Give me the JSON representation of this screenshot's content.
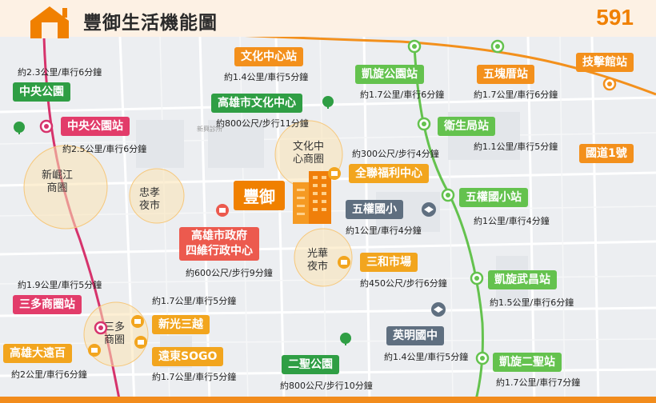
{
  "header": {
    "title": "豐御生活機能圖",
    "brand": "591"
  },
  "colors": {
    "accent": "#f08000",
    "mrt_red": "#d6336c",
    "mrt_orange": "#f3901c",
    "lrt_green": "#64c24e"
  },
  "main_poi": "豐御",
  "areas": {
    "xinjuejiang": "新崛江\n商圈",
    "zhongxiao": "忠孝\n夜市",
    "wenhua_center": "文化中\n心商圈",
    "guanghua": "光華\n夜市",
    "sanduo": "三多\n商圈"
  },
  "faint": {
    "xinxing": "新興診所"
  },
  "labels": {
    "wenhua_station": "文化中心站",
    "kaohsiung_culture_center": "高雄市文化中心",
    "central_park": "中央公園",
    "central_park_station": "中央公園站",
    "kaixuan_park_station": "凱旋公園站",
    "wukuaicuo_station": "五塊厝站",
    "jiji_hall_station": "技擊館站",
    "weisheng_station": "衛生局站",
    "national_hwy": "國道1號",
    "quanlian": "全聯福利中心",
    "wuquan_elementary": "五權國小",
    "wuquan_elem_station": "五權國小站",
    "city_gov": "高雄市政府\n四維行政中心",
    "sanhe_market": "三和市場",
    "kaixuan_wuchang_station": "凱旋武昌站",
    "sanduo_station": "三多商圈站",
    "shin_kong": "新光三越",
    "kaohsiung_fe": "高雄大遠百",
    "fe_sogo": "遠東SOGO",
    "yingming_junior": "英明國中",
    "ersheng_park": "二聖公園",
    "kaixuan_ersheng_station": "凱旋二聖站"
  },
  "distances": {
    "wenhua_station": "約1.4公里/車行5分鐘",
    "culture_center": "約800公尺/步行11分鐘",
    "central_park": "約2.3公里/車行6分鐘",
    "central_park_station": "約2.5公里/車行6分鐘",
    "kaixuan_park": "約1.7公里/車行6分鐘",
    "wukuaicuo": "約1.7公里/車行6分鐘",
    "weisheng": "約1.1公里/車行5分鐘",
    "quanlian": "約300公尺/步行4分鐘",
    "wuquan_elem": "約1公里/車行4分鐘",
    "wuquan_elem_station": "約1公里/車行4分鐘",
    "city_gov": "約600公尺/步行9分鐘",
    "sanhe": "約450公尺/步行6分鐘",
    "kaixuan_wuchang": "約1.5公里/車行6分鐘",
    "sanduo_station": "約1.9公里/車行5分鐘",
    "shin_kong": "約1.7公里/車行5分鐘",
    "kaohsiung_fe": "約2公里/車行6分鐘",
    "fe_sogo": "約1.7公里/車行5分鐘",
    "yingming": "約1.4公里/車行5分鐘",
    "ersheng_park": "約800公尺/步行10分鐘",
    "kaixuan_ersheng": "約1.7公里/車行7分鐘"
  }
}
